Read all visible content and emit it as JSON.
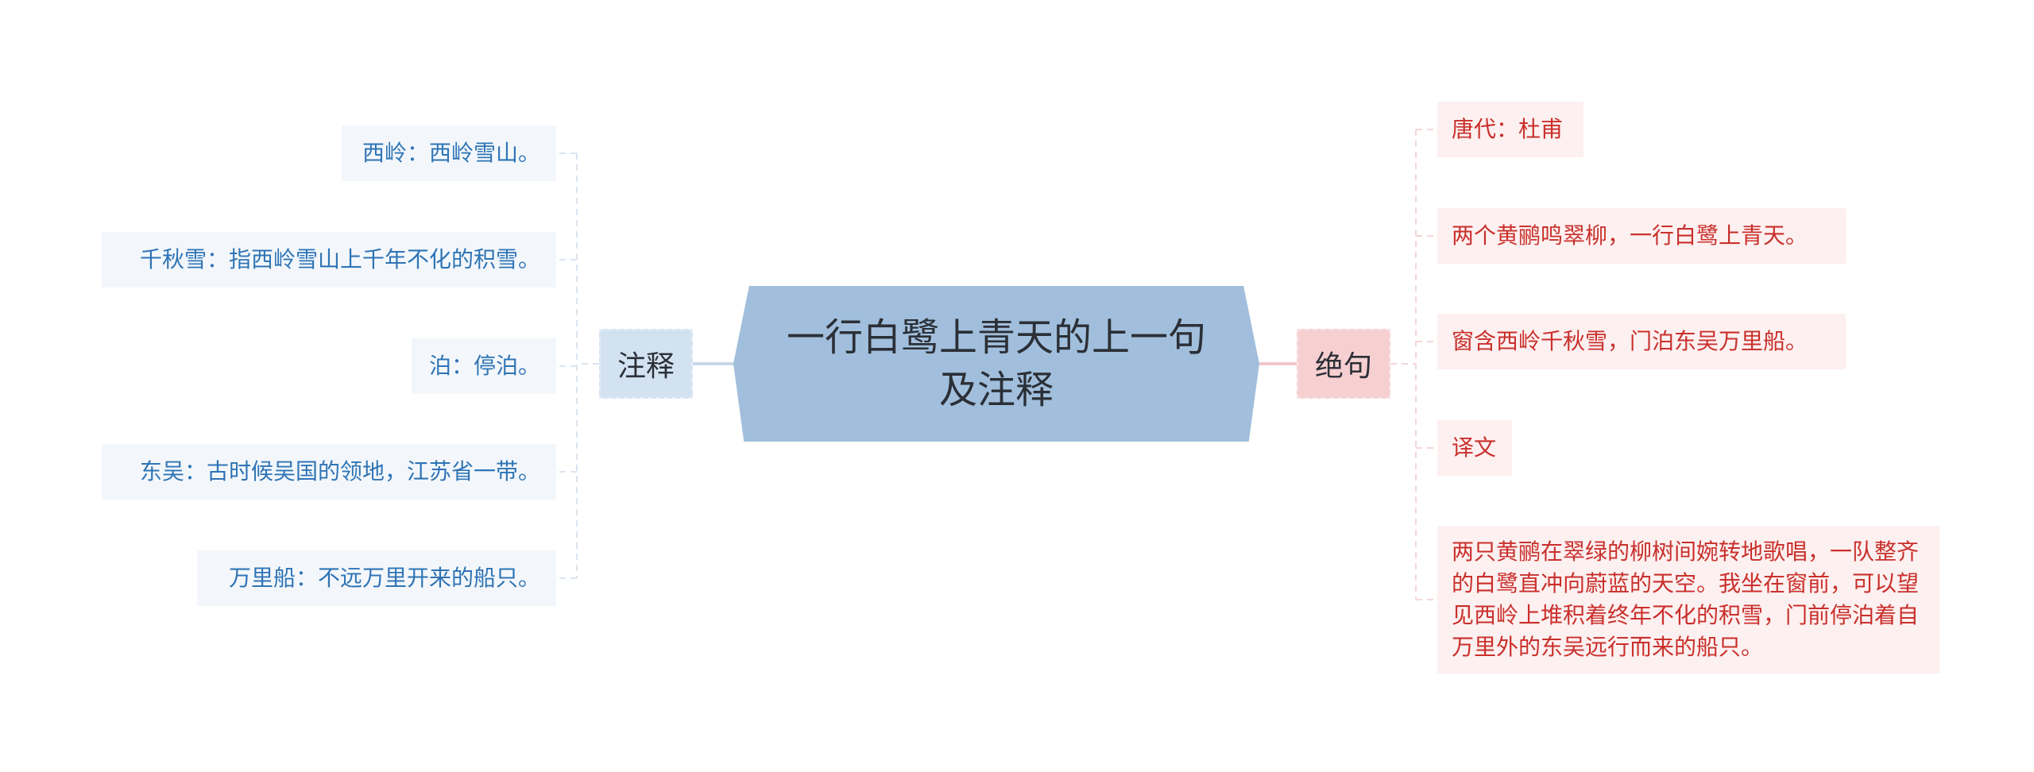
{
  "mindmap": {
    "center": {
      "title": "一行白鹭上青天的上一句\n及注释"
    },
    "left_branch": {
      "label": "注释",
      "children": [
        "西岭：西岭雪山。",
        "千秋雪：指西岭雪山上千年不化的积雪。",
        "泊：停泊。",
        "东吴：古时候吴国的领地，江苏省一带。",
        "万里船：不远万里开来的船只。"
      ]
    },
    "right_branch": {
      "label": "绝句",
      "children": [
        "唐代：杜甫",
        "两个黄鹂鸣翠柳，一行白鹭上青天。",
        "窗含西岭千秋雪，门泊东吴万里船。",
        "译文",
        "两只黄鹂在翠绿的柳树间婉转地歌唱，一队整齐的白鹭直冲向蔚蓝的天空。我坐在窗前，可以望见西岭上堆积着终年不化的积雪，门前停泊着自万里外的东吴远行而来的船只。"
      ]
    }
  },
  "colors": {
    "center_fill": "#a1bfdc",
    "left_branch_fill": "#d2e2f1",
    "right_branch_fill": "#f6cfd1",
    "left_leaf_text": "#2f74b5",
    "right_leaf_text": "#c9302c"
  }
}
